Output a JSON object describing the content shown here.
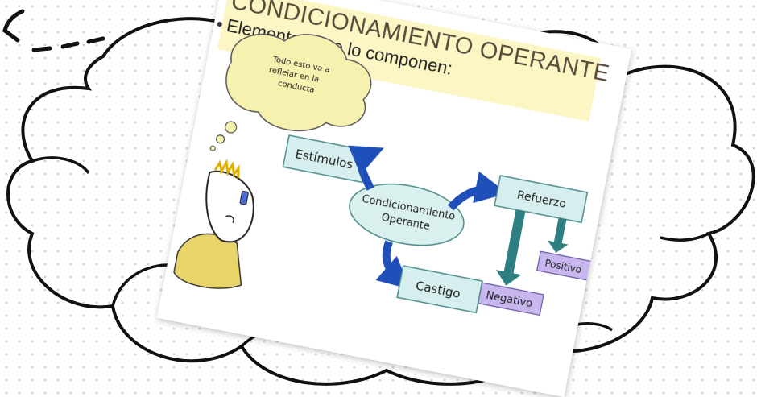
{
  "slide": {
    "title": "CONDICIONAMIENTO OPERANTE",
    "subtitle": "Elementos que lo componen:"
  },
  "thought_bubble": {
    "lines": [
      "Todo esto va a",
      "reflejar en la",
      "conducta"
    ]
  },
  "nodes": {
    "center": [
      "Condicionamiento",
      "Operante"
    ],
    "stimuli": "Estímulos",
    "reinforcement": "Refuerzo",
    "positive": "Positivo",
    "negative": "Negativo",
    "punishment": "Castigo"
  },
  "colors": {
    "box_fill": "#d7eeee",
    "box_border": "#4a8a8a",
    "ellipse_fill": "#d9f0ef",
    "arrow_blue": "#1f4fb8",
    "arrow_teal": "#2e7f82",
    "purple_fill": "#c8b6ee",
    "title_band": "#fbf6c3",
    "thought_fill": "#f7f1b0"
  }
}
